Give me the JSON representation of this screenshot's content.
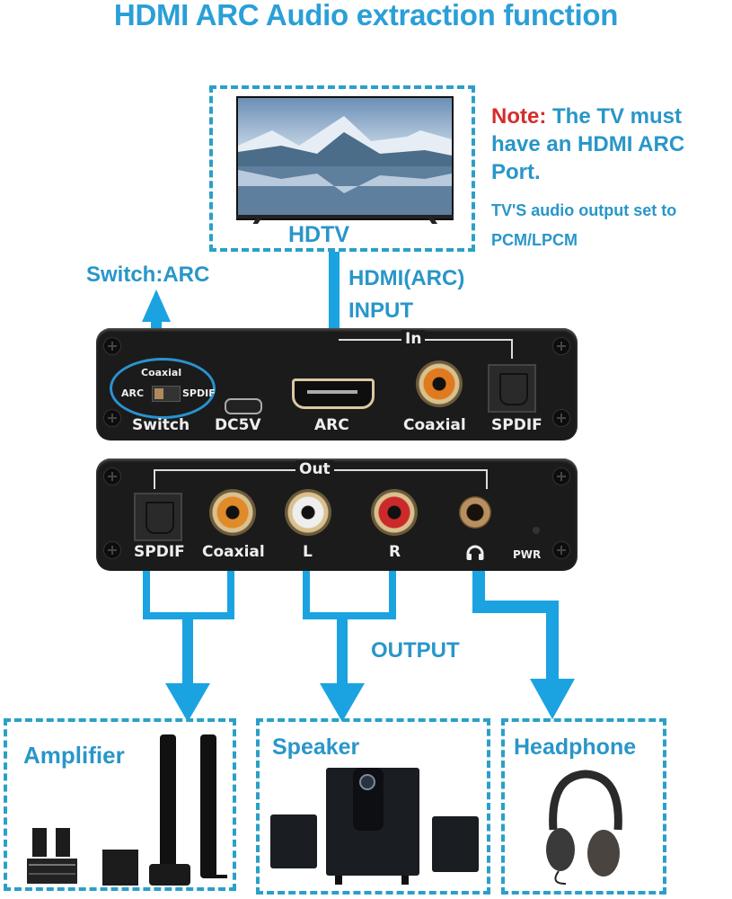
{
  "title": "HDMI ARC Audio extraction function",
  "tv": {
    "label": "HDTV",
    "icon": "tv-icon"
  },
  "note": {
    "prefix": "Note:",
    "line1": " The TV must",
    "line2": "have an HDMI ARC",
    "line3": "Port.",
    "sub1": "TV'S audio output set to",
    "sub2": "PCM/LPCM"
  },
  "annotations": {
    "switch_arc": "Switch:ARC",
    "hdmi_input_line1": "HDMI(ARC)",
    "hdmi_input_line2": "INPUT",
    "output": "OUTPUT"
  },
  "input_panel": {
    "group_label": "In",
    "switch_options": {
      "top": "Coaxial",
      "left": "ARC",
      "right": "SPDIF"
    },
    "ports": [
      {
        "label": "Switch"
      },
      {
        "label": "DC5V"
      },
      {
        "label": "ARC"
      },
      {
        "label": "Coaxial"
      },
      {
        "label": "SPDIF"
      }
    ]
  },
  "output_panel": {
    "group_label": "Out",
    "ports": [
      {
        "label": "SPDIF"
      },
      {
        "label": "Coaxial"
      },
      {
        "label": "L"
      },
      {
        "label": "R"
      },
      {
        "label": "headphone-icon"
      },
      {
        "label": "PWR"
      }
    ]
  },
  "devices": [
    {
      "label": "Amplifier",
      "icon": "home-theater-icon"
    },
    {
      "label": "Speaker",
      "icon": "speaker-system-icon"
    },
    {
      "label": "Headphone",
      "icon": "headphone-icon"
    }
  ],
  "colors": {
    "accent": "#2996c9",
    "arrow": "#1aa3e0",
    "note_red": "#d62c2c",
    "panel": "#1b1b1b"
  }
}
